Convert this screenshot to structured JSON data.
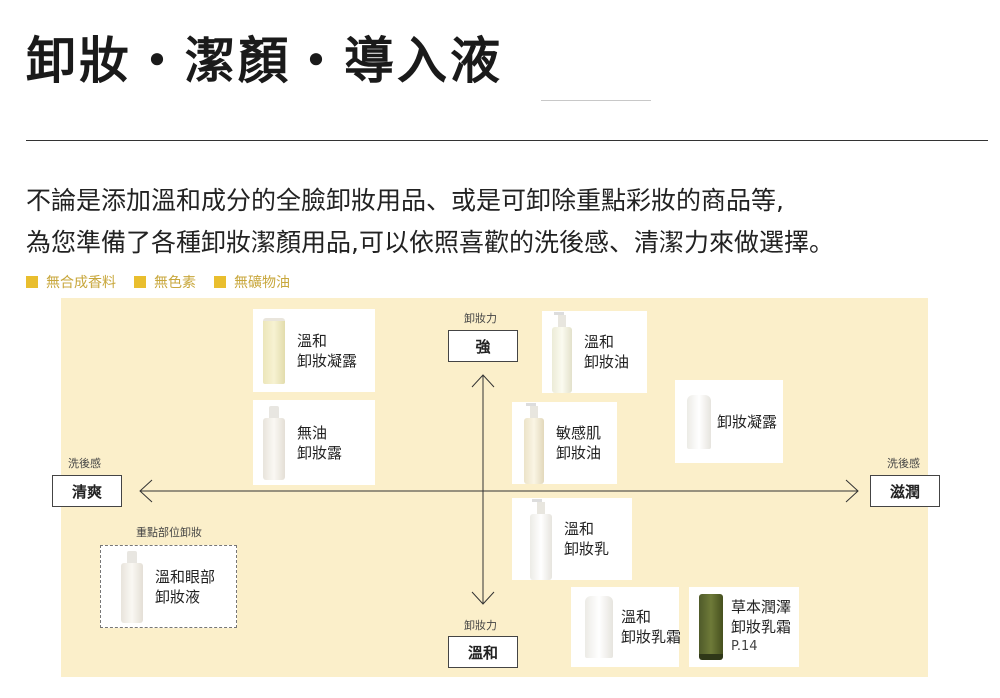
{
  "page": {
    "title": "卸妝・潔顏・導入液",
    "intro_line1": "不論是添加溫和成分的全臉卸妝用品、或是可卸除重點彩妝的商品等,",
    "intro_line2": "為您準備了各種卸妝潔顏用品,可以依照喜歡的洗後感、清潔力來做選擇。"
  },
  "legend": [
    {
      "label": "無合成香料"
    },
    {
      "label": "無色素"
    },
    {
      "label": "無礦物油"
    }
  ],
  "colors": {
    "accent": "#e9be2e",
    "chart_background": "#fbefca",
    "legend_text": "#c8a73c"
  },
  "axes": {
    "vertical": {
      "caption": "卸妝力",
      "top_label": "強",
      "bottom_label": "溫和"
    },
    "horizontal": {
      "caption": "洗後感",
      "left_label": "清爽",
      "right_label": "滋潤"
    }
  },
  "special_section": {
    "caption": "重點部位卸妝"
  },
  "products": [
    {
      "line1": "溫和",
      "line2": "卸妝凝露",
      "icon": "yellow-tube-icon"
    },
    {
      "line1": "無油",
      "line2": "卸妝露",
      "icon": "bottle-icon"
    },
    {
      "line1": "溫和",
      "line2": "卸妝油",
      "icon": "pump-bottle-icon"
    },
    {
      "line1": "卸妝凝露",
      "icon": "white-tube-icon"
    },
    {
      "line1": "敏感肌",
      "line2": "卸妝油",
      "icon": "pump-bottle-icon"
    },
    {
      "line1": "溫和",
      "line2": "卸妝乳",
      "icon": "pump-bottle-icon"
    },
    {
      "line1": "溫和",
      "line2": "卸妝乳霜",
      "icon": "white-tube-icon"
    },
    {
      "line1": "草本潤澤",
      "line2": "卸妝乳霜",
      "page_ref": "P.14",
      "icon": "green-tube-icon"
    },
    {
      "line1": "溫和眼部",
      "line2": "卸妝液",
      "icon": "bottle-icon"
    }
  ]
}
